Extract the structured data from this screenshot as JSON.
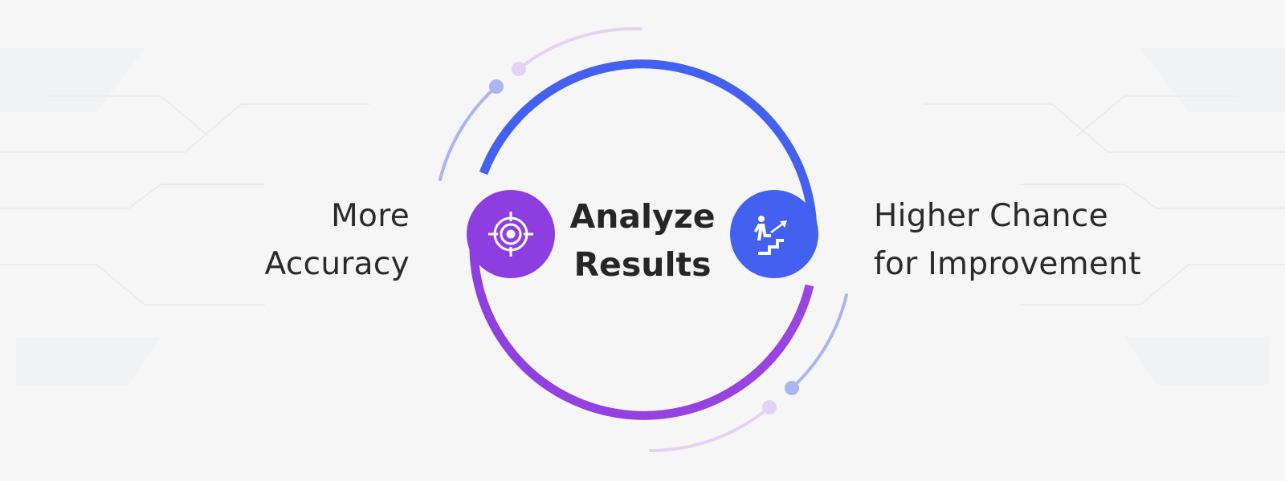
{
  "center": {
    "line1": "Analyze",
    "line2": "Results"
  },
  "left": {
    "line1": "More",
    "line2": "Accuracy",
    "icon": "target-icon",
    "color": "#8e3ee0"
  },
  "right": {
    "line1": "Higher Chance",
    "line2": "for Improvement",
    "icon": "climbing-stairs-icon",
    "color": "#4360f0"
  },
  "colors": {
    "blue": "#4360f0",
    "purple": "#9440e0",
    "light_blue": "#a9b6f2",
    "light_purple": "#e3d2f6",
    "text": "#2a2a2a"
  }
}
